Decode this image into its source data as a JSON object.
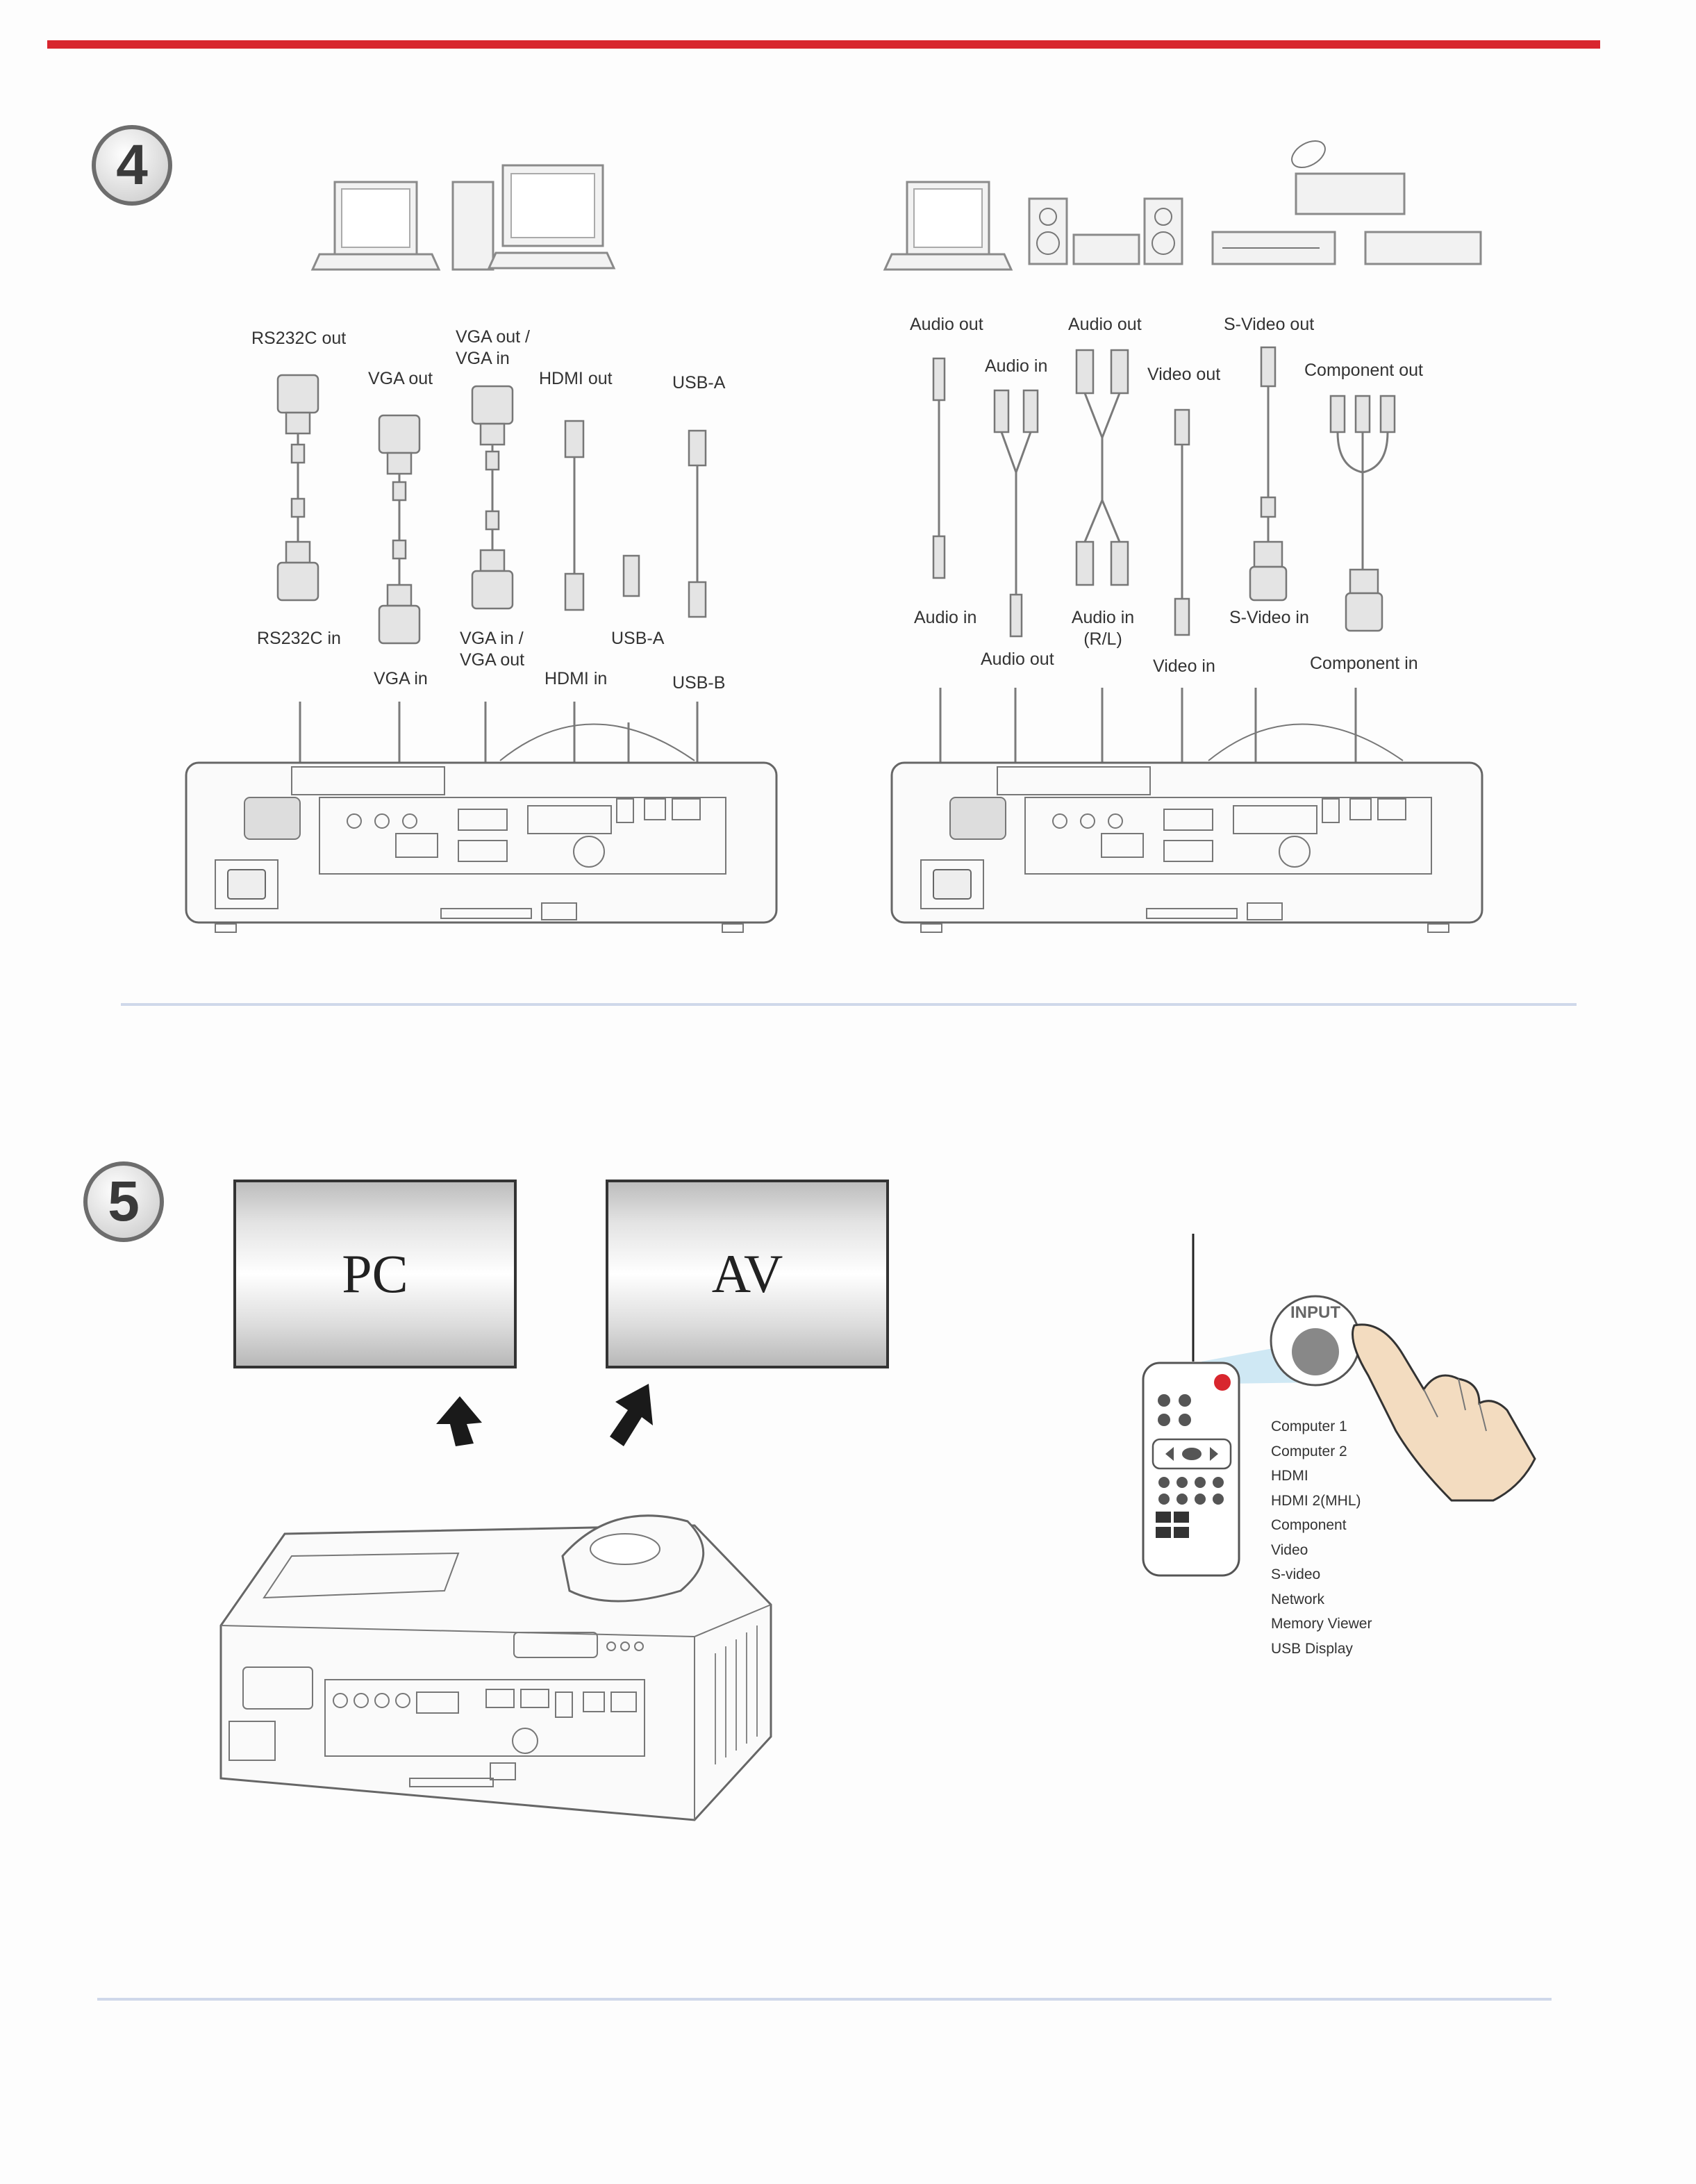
{
  "step4": {
    "number": "4",
    "left_labels": {
      "rs232c_out": "RS232C out",
      "vga_out": "VGA out",
      "vga_out_in": "VGA out / VGA in",
      "hdmi_out": "HDMI out",
      "usb_a_top": "USB-A",
      "rs232c_in": "RS232C in",
      "vga_in": "VGA in",
      "vga_in_out": "VGA in / VGA out",
      "hdmi_in": "HDMI in",
      "usb_a_bottom": "USB-A",
      "usb_b": "USB-B"
    },
    "right_labels": {
      "audio_out_1": "Audio out",
      "audio_in_top": "Audio in",
      "audio_out_2": "Audio out",
      "video_out": "Video out",
      "svideo_out": "S-Video out",
      "component_out": "Component out",
      "audio_in_1": "Audio in",
      "audio_out_bottom": "Audio out",
      "audio_in_rl": "Audio in (R/L)",
      "video_in": "Video in",
      "svideo_in": "S-Video in",
      "component_in": "Component in"
    }
  },
  "step5": {
    "number": "5",
    "screen_pc": "PC",
    "screen_av": "AV",
    "input_button": "INPUT",
    "input_menu": [
      "Computer 1",
      "Computer 2",
      "HDMI",
      "HDMI 2(MHL)",
      "Component",
      "Video",
      "S-video",
      "Network",
      "Memory Viewer",
      "USB Display"
    ]
  },
  "colors": {
    "accent_bar": "#d8262e",
    "separator": "#cfd8ea"
  }
}
